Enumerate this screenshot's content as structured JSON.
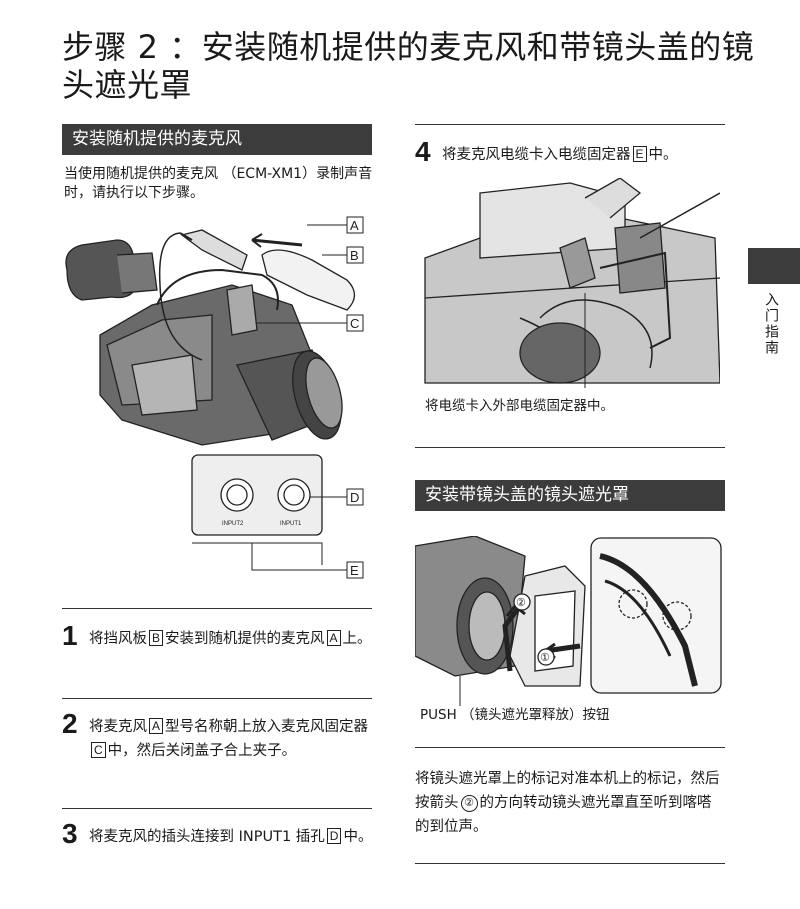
{
  "page_title": "步骤 2 ：安装随机提供的麦克风和带镜头盖的镜头遮光罩",
  "left": {
    "section_title": "安装随机提供的麦克风",
    "intro": "当使用随机提供的麦克风 （ECM-XM1）录制声音时，请执行以下步骤。",
    "figure_labels": [
      "A",
      "B",
      "C",
      "D",
      "E"
    ],
    "figure_small_labels": [
      "INPUT2",
      "INPUT1"
    ],
    "steps": [
      {
        "num": "1",
        "parts": [
          "将挡风板",
          "B",
          "安装到随机提供的麦克风",
          "A",
          "上。"
        ]
      },
      {
        "num": "2",
        "parts": [
          "将麦克风",
          "A",
          "型号名称朝上放入麦克风固定器",
          "C",
          "中，然后关闭盖子合上夹子。"
        ]
      },
      {
        "num": "3",
        "parts": [
          "将麦克风的插头连接到 INPUT1 插孔",
          "D",
          "中。"
        ]
      }
    ]
  },
  "right": {
    "step4": {
      "num": "4",
      "parts": [
        "将麦克风电缆卡入电缆固定器",
        "E",
        "中。"
      ]
    },
    "step4_caption": "将电缆卡入外部电缆固定器中。",
    "section_title": "安装带镜头盖的镜头遮光罩",
    "hood_caption": "PUSH （镜头遮光罩释放）按钮",
    "hood_markers": [
      "①",
      "②"
    ],
    "hood_text": [
      "将镜头遮光罩上的标记对准本机上的标记，然后按箭头",
      "②",
      "的方向转动镜头遮光罩直至听到喀嗒的到位声。"
    ]
  },
  "side_tab": {
    "label": "入门指南"
  }
}
